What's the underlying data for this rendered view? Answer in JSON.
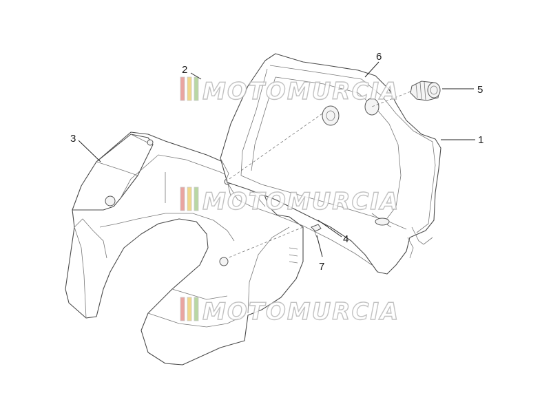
{
  "diagram": {
    "watermark": {
      "text": "MOTOMURCIA",
      "colors": [
        "#e9a4a0",
        "#f0d88a",
        "#b9d7a3"
      ]
    },
    "parts": [
      {
        "id": "1",
        "label": "1",
        "name": "inner-lid-panel"
      },
      {
        "id": "2",
        "label": "2",
        "name": "top-part"
      },
      {
        "id": "3",
        "label": "3",
        "name": "leg-shield-cover"
      },
      {
        "id": "4",
        "label": "4",
        "name": "screw"
      },
      {
        "id": "5",
        "label": "5",
        "name": "lock"
      },
      {
        "id": "6",
        "label": "6",
        "name": "gasket"
      },
      {
        "id": "7",
        "label": "7",
        "name": "screw-small"
      }
    ]
  }
}
